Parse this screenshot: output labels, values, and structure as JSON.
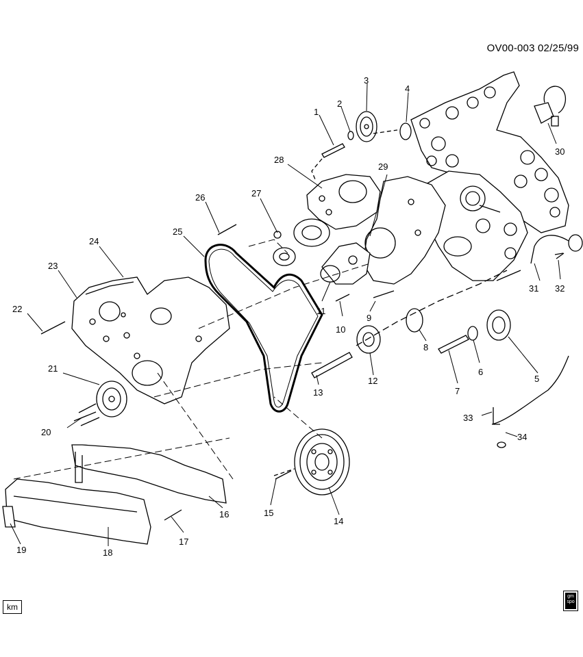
{
  "header": {
    "code": "OV00-003  02/25/99"
  },
  "footer": {
    "left_badge": "km",
    "logo_text": "gm spo"
  },
  "callouts": [
    {
      "id": "1",
      "label": "1"
    },
    {
      "id": "2",
      "label": "2"
    },
    {
      "id": "3",
      "label": "3"
    },
    {
      "id": "4",
      "label": "4"
    },
    {
      "id": "5",
      "label": "5"
    },
    {
      "id": "6",
      "label": "6"
    },
    {
      "id": "7",
      "label": "7"
    },
    {
      "id": "8",
      "label": "8"
    },
    {
      "id": "9",
      "label": "9"
    },
    {
      "id": "10",
      "label": "10"
    },
    {
      "id": "11",
      "label": "11"
    },
    {
      "id": "12",
      "label": "12"
    },
    {
      "id": "13",
      "label": "13"
    },
    {
      "id": "14",
      "label": "14"
    },
    {
      "id": "15",
      "label": "15"
    },
    {
      "id": "16",
      "label": "16"
    },
    {
      "id": "17",
      "label": "17"
    },
    {
      "id": "18",
      "label": "18"
    },
    {
      "id": "19",
      "label": "19"
    },
    {
      "id": "20",
      "label": "20"
    },
    {
      "id": "21",
      "label": "21"
    },
    {
      "id": "22",
      "label": "22"
    },
    {
      "id": "23",
      "label": "23"
    },
    {
      "id": "24",
      "label": "24"
    },
    {
      "id": "25",
      "label": "25"
    },
    {
      "id": "26",
      "label": "26"
    },
    {
      "id": "27",
      "label": "27"
    },
    {
      "id": "28",
      "label": "28"
    },
    {
      "id": "29",
      "label": "29"
    },
    {
      "id": "30",
      "label": "30"
    },
    {
      "id": "31",
      "label": "31"
    },
    {
      "id": "32",
      "label": "32"
    },
    {
      "id": "33",
      "label": "33"
    },
    {
      "id": "34",
      "label": "34"
    }
  ]
}
